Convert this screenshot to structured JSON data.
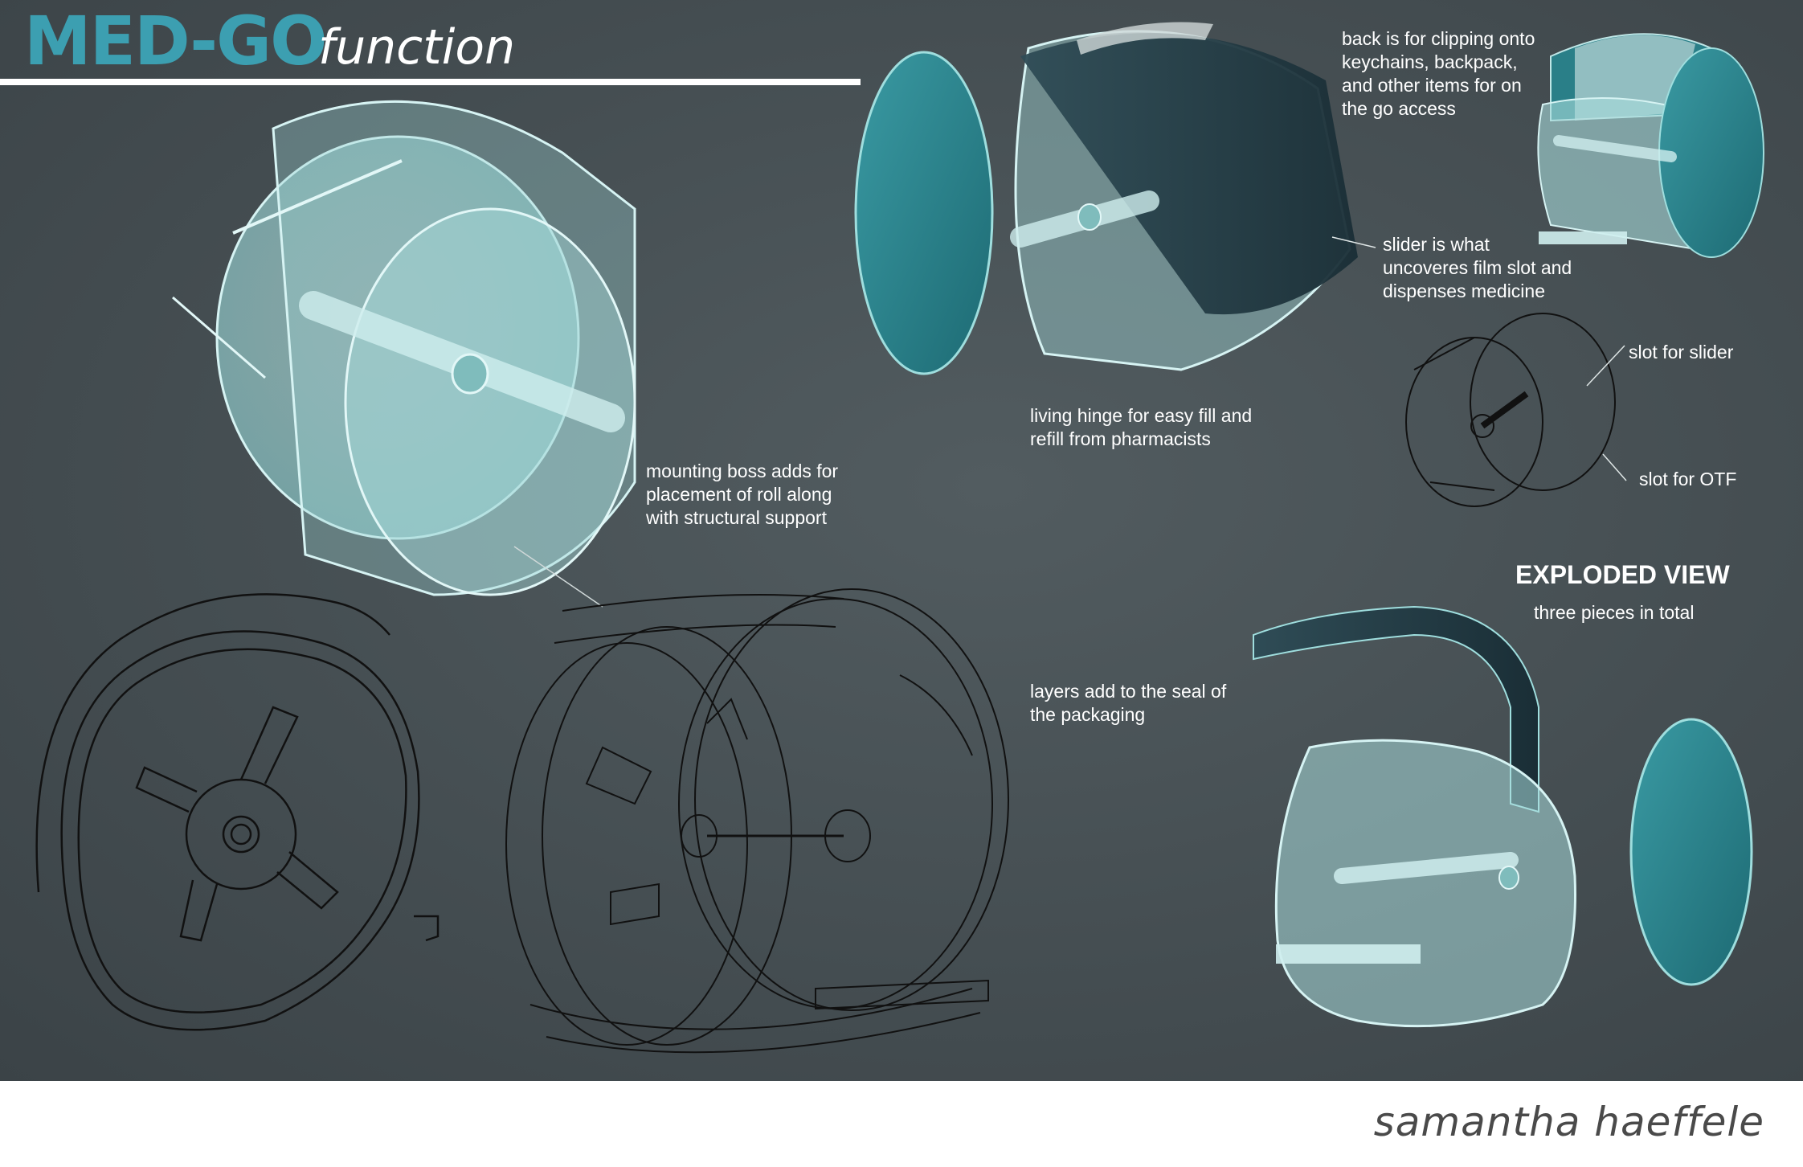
{
  "header": {
    "brand": "MED-GO",
    "subtitle": "function"
  },
  "annotations": {
    "back_clip": "back is for clipping onto\nkeychains, backpack,\nand other items for on\nthe go access",
    "slider": "slider is what\nuncoveres film slot and\ndispenses medicine",
    "slot_slider": "slot for slider",
    "slot_otf": "slot for OTF",
    "living_hinge": "living hinge for easy fill and\nrefill from pharmacists",
    "mounting_boss": "mounting boss adds for\nplacement of roll along\nwith structural support",
    "layers": "layers add to the seal of\nthe packaging"
  },
  "exploded": {
    "title": "EXPLODED VIEW",
    "caption": "three pieces in total"
  },
  "footer": {
    "author": "samantha haeffele"
  },
  "colors": {
    "background": "#454e52",
    "accent": "#3c9fb1",
    "translucent_body": "#8fcfcf",
    "lid": "#2a7f88",
    "slider": "#223842",
    "wireframe": "#111111"
  }
}
